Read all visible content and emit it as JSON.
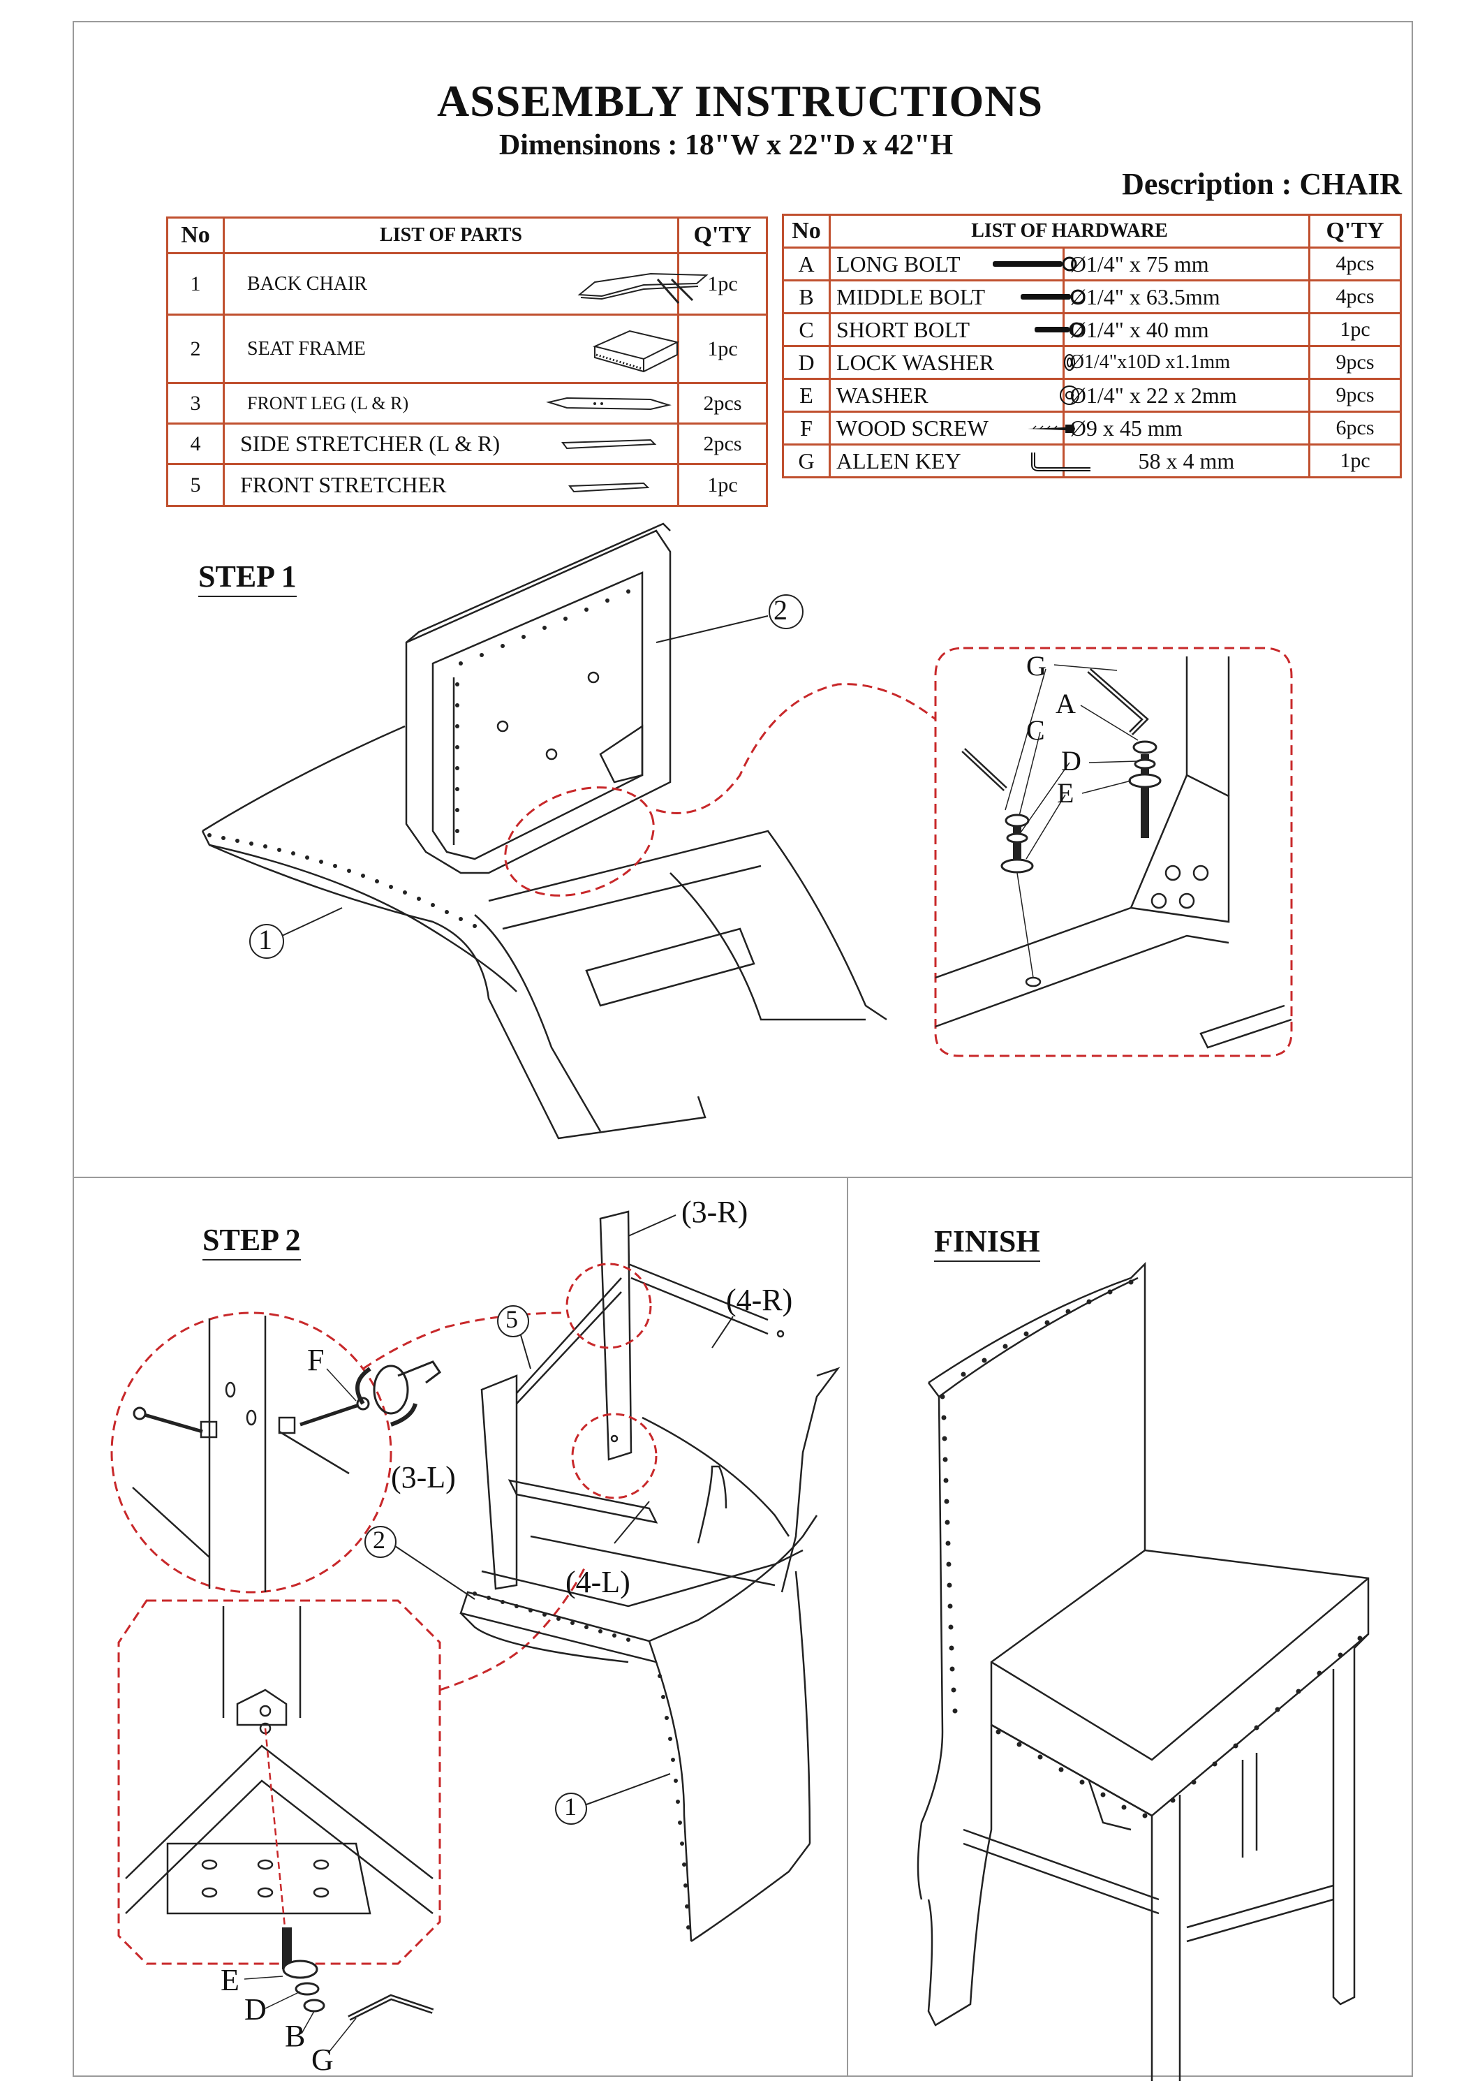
{
  "header": {
    "title": "ASSEMBLY INSTRUCTIONS",
    "dimensions": "Dimensinons : 18\"W x 22\"D x 42\"H",
    "description": "Description : CHAIR"
  },
  "parts_table": {
    "headers": [
      "No",
      "LIST OF PARTS",
      "Q'TY"
    ],
    "rows": [
      {
        "no": "1",
        "name": "BACK CHAIR",
        "qty": "1pc"
      },
      {
        "no": "2",
        "name": "SEAT FRAME",
        "qty": "1pc"
      },
      {
        "no": "3",
        "name": "FRONT LEG (L & R)",
        "qty": "2pcs"
      },
      {
        "no": "4",
        "name": "SIDE STRETCHER (L & R)",
        "qty": "2pcs"
      },
      {
        "no": "5",
        "name": "FRONT STRETCHER",
        "qty": "1pc"
      }
    ]
  },
  "hardware_table": {
    "headers": [
      "No",
      "LIST OF HARDWARE",
      "Q'TY"
    ],
    "rows": [
      {
        "no": "A",
        "name": "LONG BOLT",
        "spec": "Ø1/4\" x 75 mm",
        "qty": "4pcs",
        "icon": "long-bolt-icon"
      },
      {
        "no": "B",
        "name": "MIDDLE BOLT",
        "spec": "Ø1/4\" x 63.5mm",
        "qty": "4pcs",
        "icon": "middle-bolt-icon"
      },
      {
        "no": "C",
        "name": "SHORT BOLT",
        "spec": "Ø1/4\" x 40 mm",
        "qty": "1pc",
        "icon": "short-bolt-icon"
      },
      {
        "no": "D",
        "name": "LOCK WASHER",
        "spec": "Ø1/4\"x10D x1.1mm",
        "qty": "9pcs",
        "icon": "lock-washer-icon"
      },
      {
        "no": "E",
        "name": "WASHER",
        "spec": "Ø1/4\" x 22 x 2mm",
        "qty": "9pcs",
        "icon": "washer-icon"
      },
      {
        "no": "F",
        "name": "WOOD SCREW",
        "spec": "Ø9 x 45 mm",
        "qty": "6pcs",
        "icon": "wood-screw-icon"
      },
      {
        "no": "G",
        "name": "ALLEN KEY",
        "spec": "58 x 4 mm",
        "qty": "1pc",
        "icon": "allen-key-icon"
      }
    ]
  },
  "step1": {
    "title": "STEP 1",
    "callouts": [
      "2",
      "1"
    ],
    "detail_labels": [
      "G",
      "A",
      "C",
      "D",
      "E"
    ]
  },
  "step2": {
    "title": "STEP 2",
    "labels": [
      "(3-R)",
      "(4-R)",
      "5",
      "F",
      "(3-L)",
      "2",
      "(4-L)",
      "1"
    ],
    "detail_labels": [
      "E",
      "D",
      "B",
      "G"
    ]
  },
  "finish": {
    "title": "FINISH"
  },
  "colors": {
    "table_border": "#c0502f",
    "detail_dash": "#c8282a",
    "frame": "#9a9a9a"
  }
}
